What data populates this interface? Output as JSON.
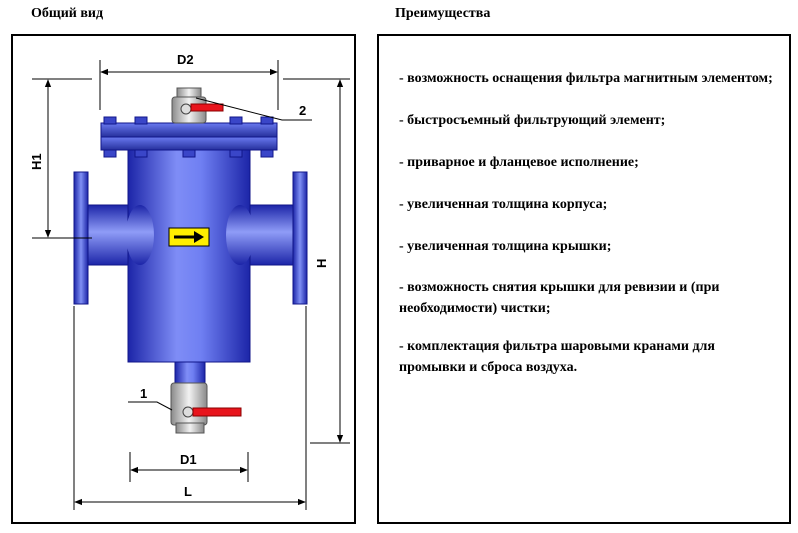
{
  "captions": {
    "general_view": "Общий вид",
    "advantages": "Преимущества"
  },
  "dimensions": {
    "d2": "D2",
    "d1": "D1",
    "h1": "H1",
    "h": "H",
    "l": "L",
    "callout_valve_top": "2",
    "callout_valve_bottom": "1"
  },
  "advantages": [
    "- возможность оснащения фильтра магнитным элементом;",
    "- быстросъемный фильтрующий элемент;",
    "- приварное и фланцевое исполнение;",
    "- увеличенная толщина корпуса;",
    "- увеличенная толщина крышки;",
    "- возможность снятия крышки для ревизии и (при необходимости) чистки;",
    "- комплектация фильтра шаровыми кранами для промывки и сброса воздуха."
  ],
  "colors": {
    "body_light": "#b8c4ff",
    "body_mid": "#5a6cf0",
    "body_dark": "#1c25a8",
    "handle": "#e8141c",
    "flow_arrow_bg": "#ffee00"
  },
  "icons": {
    "flow_direction": "right-arrow-icon"
  }
}
